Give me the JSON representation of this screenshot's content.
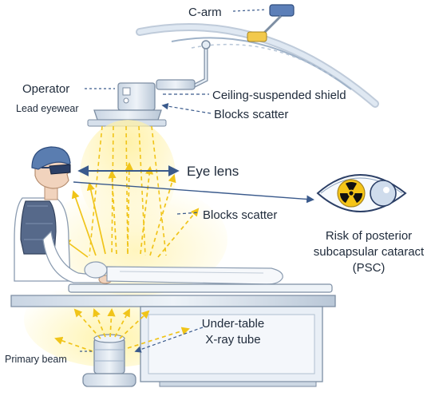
{
  "labels": {
    "c_arm": "C-arm",
    "operator": "Operator",
    "lead_eyewear": "Lead eyewear",
    "ceiling_shield": "Ceiling-suspended shield",
    "blocks_scatter_top": "Blocks scatter",
    "eye_lens": "Eye lens",
    "blocks_scatter_mid": "Blocks scatter",
    "risk_line1": "Risk of posterior",
    "risk_line2": "subcapsular cataract",
    "risk_line3": "(PSC)",
    "tube_line1": "Under-table",
    "tube_line2": "X-ray tube",
    "primary_beam": "Primary beam"
  },
  "colors": {
    "scatter": "#f0c419",
    "glow": "#fff3b0",
    "equipment": "#dde6f0",
    "equipment_stroke": "#7d8ea3",
    "ink": "#1e2a3a",
    "leader": "#3a5a8c",
    "operator_skin": "#f1d3bd",
    "operator_gown": "#ffffff",
    "lead_apron": "#56698a",
    "eyewear": "#2b3f66",
    "cap": "#5a7db0"
  },
  "icons": {
    "radiation": "radiation-trefoil-icon",
    "eye": "eye-icon"
  }
}
